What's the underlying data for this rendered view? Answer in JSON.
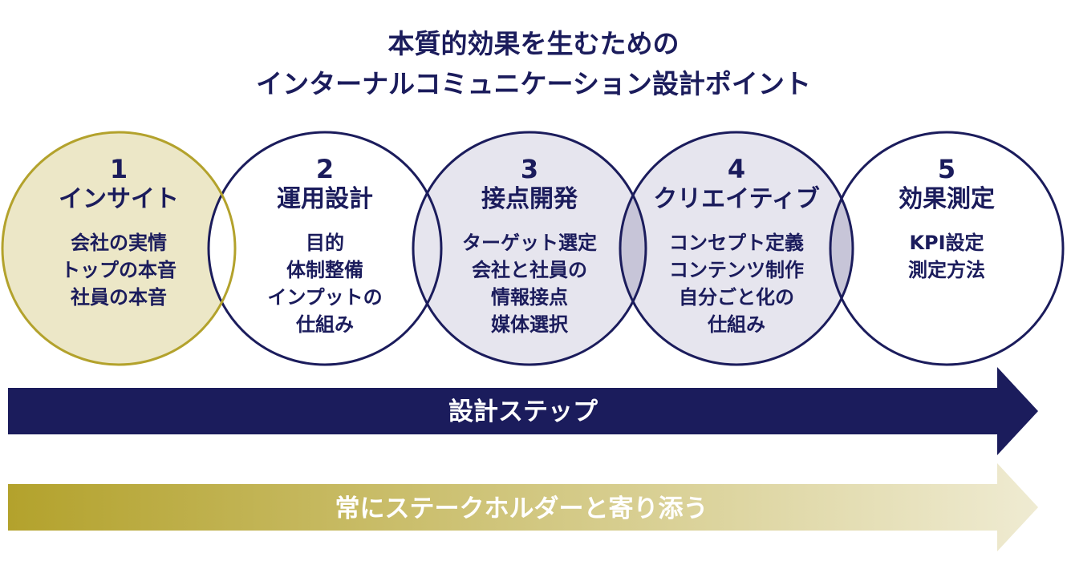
{
  "title": {
    "line1": "本質的効果を生むための",
    "line2": "インターナルコミュニケーション設計ポイント"
  },
  "steps": [
    {
      "number": "1",
      "name": "インサイト",
      "items": [
        "会社の実情",
        "トップの本音",
        "社員の本音"
      ]
    },
    {
      "number": "2",
      "name": "運用設計",
      "items": [
        "目的",
        "体制整備",
        "インプットの",
        "仕組み"
      ]
    },
    {
      "number": "3",
      "name": "接点開発",
      "items": [
        "ターゲット選定",
        "会社と社員の",
        "情報接点",
        "媒体選択"
      ]
    },
    {
      "number": "4",
      "name": "クリエイティブ",
      "items": [
        "コンセプト定義",
        "コンテンツ制作",
        "自分ごと化の",
        "仕組み"
      ]
    },
    {
      "number": "5",
      "name": "効果測定",
      "items": [
        "KPI設定",
        "測定方法"
      ]
    }
  ],
  "arrows": {
    "design_steps": "設計ステップ",
    "stakeholders": "常にステークホルダーと寄り添う"
  },
  "colors": {
    "navy": "#1b1c5c",
    "gold": "#b3a22c",
    "gold_fill": "#ece7c7",
    "lavender_fill": "#e6e5ee",
    "overlap_fill": "#c7c5d8",
    "gold_gradient_end": "#efebd2"
  }
}
